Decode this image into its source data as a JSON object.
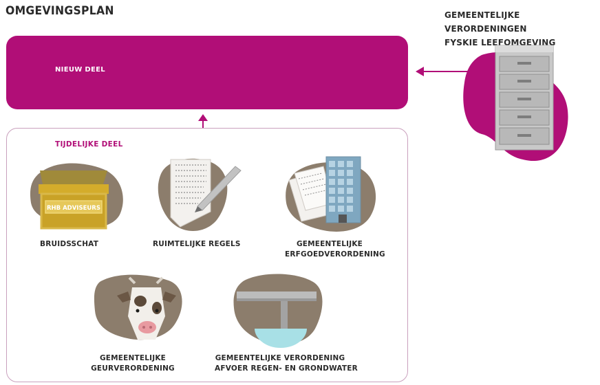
{
  "title": "OMGEVINGSPLAN",
  "new_part": {
    "label": "NIEUW DEEL"
  },
  "temporary_part": {
    "label": "TIJDELIJKE DEEL"
  },
  "external": {
    "line1": "GEMEENTELIJKE VERORDENINGEN",
    "line2": "FYSKIE LEEFOMGEVING"
  },
  "items": {
    "bruidsschat": {
      "label": "BRUIDSSCHAT",
      "box_text": "RHB ADVISEURS"
    },
    "ruimtelijke": {
      "label": "RUIMTELIJKE REGELS"
    },
    "erfgoed": {
      "line1": "GEMEENTELIJKE",
      "line2": "ERFGOEDVERORDENING"
    },
    "geur": {
      "line1": "GEMEENTELIJKE",
      "line2": "GEURVERORDENING"
    },
    "water": {
      "line1": "GEMEENTELIJKE VERORDENING",
      "line2": "AFVOER REGEN- EN GRONDWATER"
    }
  },
  "colors": {
    "magenta": "#b10e77",
    "taupe": "#8c7d6c",
    "gold": "#c9a227",
    "light_border": "#c9a0bd"
  }
}
